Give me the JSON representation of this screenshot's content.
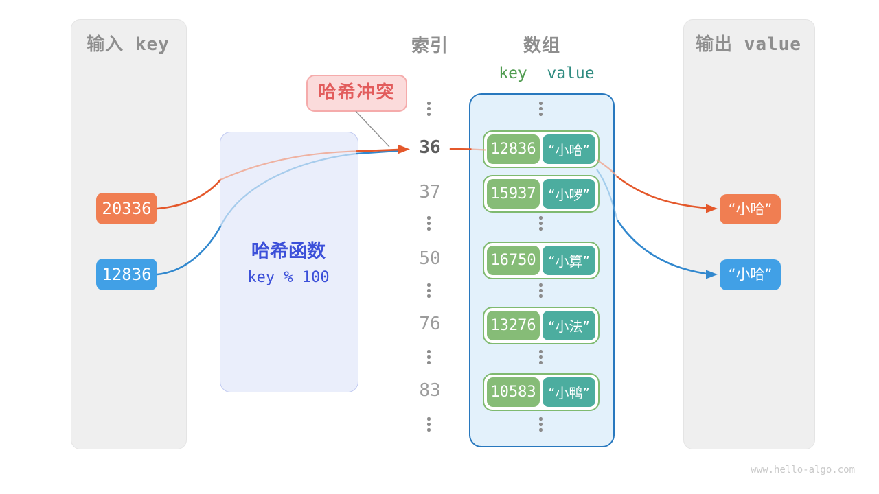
{
  "titles": {
    "input": "输入 key",
    "output": "输出 value",
    "index": "索引",
    "array": "数组"
  },
  "headers": {
    "key": "key",
    "value": "value"
  },
  "hash": {
    "label": "哈希函数",
    "formula": "key % 100"
  },
  "collision": {
    "label": "哈希冲突"
  },
  "inputs": [
    {
      "key": "20336",
      "color": "#F07E52"
    },
    {
      "key": "12836",
      "color": "#41A0E6"
    }
  ],
  "indices": [
    {
      "value": "36",
      "highlighted": true
    },
    {
      "value": "37",
      "highlighted": false
    },
    {
      "value": "50",
      "highlighted": false
    },
    {
      "value": "76",
      "highlighted": false
    },
    {
      "value": "83",
      "highlighted": false
    }
  ],
  "rows": [
    {
      "key": "12836",
      "value": "“小哈”"
    },
    {
      "key": "15937",
      "value": "“小啰”"
    },
    {
      "key": "16750",
      "value": "“小算”"
    },
    {
      "key": "13276",
      "value": "“小法”"
    },
    {
      "key": "10583",
      "value": "“小鸭”"
    }
  ],
  "outputs": [
    {
      "value": "“小哈”",
      "color": "#F07E52"
    },
    {
      "value": "“小哈”",
      "color": "#41A0E6"
    }
  ],
  "watermark": "www.hello-algo.com",
  "colors": {
    "orange": "#F07E52",
    "blue": "#41A0E6",
    "arrow_orange": "#E4582B",
    "arrow_blue": "#3288CE",
    "key_green": "#86BC77",
    "value_teal": "#4CAD9F",
    "row_border": "#7FBA70",
    "array_border": "#2878BE",
    "array_fill": "#E3F1FB",
    "hash_fill": "#EAEEFB",
    "hash_text": "#3C50D9",
    "collision_fill": "#FBDBDB",
    "collision_text": "#E25C5C",
    "panel_fill": "#EFEFEF",
    "title_gray": "#8E8E8E"
  }
}
